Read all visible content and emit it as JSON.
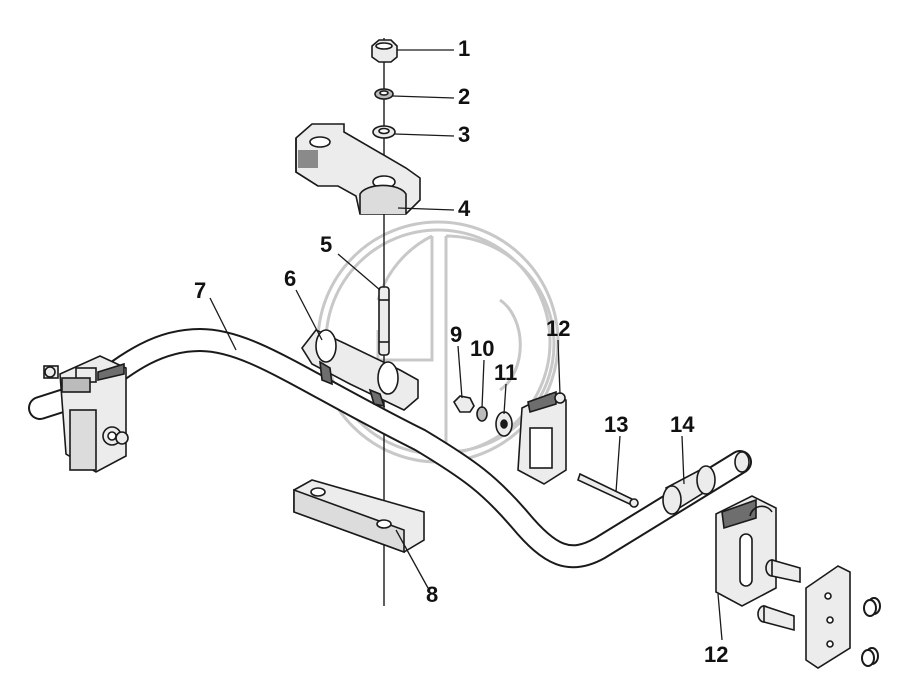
{
  "diagram": {
    "colors": {
      "line": "#1a1a1a",
      "part_fill": "#ececec",
      "shadow": "#6e6e6e",
      "watermark": "#c8c8c8",
      "background": "#ffffff"
    },
    "callouts": [
      "1",
      "2",
      "3",
      "4",
      "5",
      "6",
      "7",
      "8",
      "9",
      "10",
      "11",
      "12",
      "13",
      "14",
      "12"
    ],
    "watermark_letters": "GD"
  }
}
